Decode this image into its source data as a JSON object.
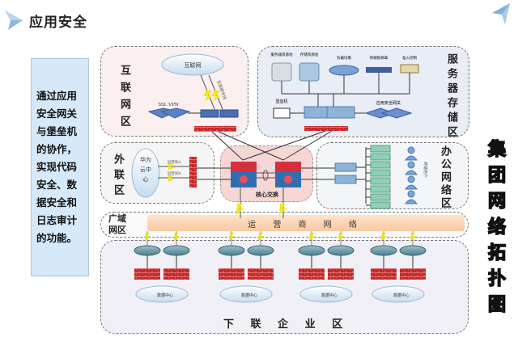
{
  "header": {
    "title": "应用安全",
    "icon": "triangle-arrow-icon"
  },
  "corner_icon": "paper-plane-icon",
  "description": "通过应用安全网关与堡垒机的协作，实现代码安全、数据安全和日志审计的功能。",
  "side_title": [
    "集",
    "团",
    "网",
    "络",
    "拓",
    "扑",
    "图"
  ],
  "zones": {
    "internet": {
      "label": "互联网区",
      "cloud": "互联网",
      "vpn": "SSL VPN",
      "link_label": "互联网专线"
    },
    "server": {
      "label": "服务器存储区",
      "devices": [
        "服务器资源池",
        "存储资源池",
        "负载均衡",
        "终端防病毒",
        "准入控制"
      ],
      "bastion": "堡垒机",
      "gateway": "应用安全网关"
    },
    "external": {
      "label": "外联区",
      "cloud": "华为云中心",
      "links": [
        "运营商A",
        "运营商B"
      ]
    },
    "core": {
      "label": "核心交换"
    },
    "office": {
      "label": "办公网络区",
      "users": "终端用户"
    },
    "wan": {
      "label": "广域网区",
      "carrier": "运 营 商 网 络"
    },
    "lower": {
      "label": "下 联 企 业 区",
      "datacenters": [
        "数据中心",
        "数据中心",
        "数据中心",
        "数据中心"
      ]
    }
  }
}
